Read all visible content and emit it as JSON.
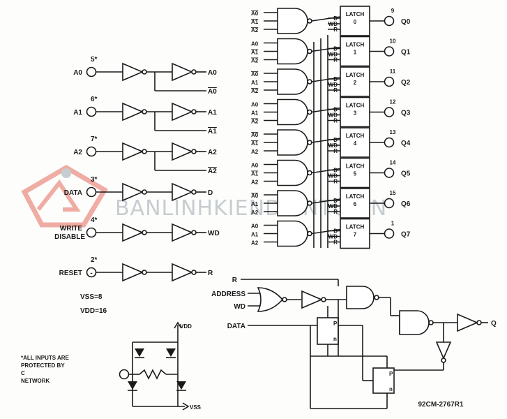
{
  "diagram": {
    "input_pins": [
      {
        "label": "A0",
        "pin": "5*"
      },
      {
        "label": "A1",
        "pin": "6*"
      },
      {
        "label": "A2",
        "pin": "7*"
      },
      {
        "label": "DATA",
        "pin": "3*"
      },
      {
        "label": "WRITE",
        "label2": "DISABLE",
        "pin": "4*"
      },
      {
        "label": "RESET",
        "pin": "2*"
      }
    ],
    "buffer_outputs": [
      "A0",
      "A0",
      "A1",
      "A1",
      "A2",
      "A2",
      "D",
      "WD",
      "R"
    ],
    "gates": [
      {
        "inputs": [
          "A0",
          "A1",
          "A2"
        ]
      },
      {
        "inputs": [
          "A0",
          "A1",
          "A2"
        ]
      },
      {
        "inputs": [
          "A0",
          "A1",
          "A2"
        ]
      },
      {
        "inputs": [
          "A0",
          "A1",
          "A2"
        ]
      },
      {
        "inputs": [
          "A0",
          "A1",
          "A2"
        ]
      },
      {
        "inputs": [
          "A0",
          "A1",
          "A2"
        ]
      },
      {
        "inputs": [
          "A0",
          "A1",
          "A2"
        ]
      },
      {
        "inputs": [
          "A0",
          "A1",
          "A2"
        ]
      }
    ],
    "latches": [
      {
        "name": "LATCH",
        "index": "0",
        "pin": "9",
        "out": "Q0"
      },
      {
        "name": "LATCH",
        "index": "1",
        "pin": "10",
        "out": "Q1"
      },
      {
        "name": "LATCH",
        "index": "2",
        "pin": "11",
        "out": "Q2"
      },
      {
        "name": "LATCH",
        "index": "3",
        "pin": "12",
        "out": "Q3"
      },
      {
        "name": "LATCH",
        "index": "4",
        "pin": "13",
        "out": "Q4"
      },
      {
        "name": "LATCH",
        "index": "5",
        "pin": "14",
        "out": "Q5"
      },
      {
        "name": "LATCH",
        "index": "6",
        "pin": "15",
        "out": "Q6"
      },
      {
        "name": "LATCH",
        "index": "7",
        "pin": "1",
        "out": "Q7"
      }
    ],
    "latch_pins": [
      "D",
      "WD",
      "R"
    ],
    "supply": {
      "vss": "VSS=8",
      "vdd": "VDD=16"
    },
    "note": [
      "*ALL INPUTS ARE",
      "PROTECTED BY",
      "C",
      "NETWORK"
    ],
    "protection": {
      "vdd": "VDD",
      "vss": "VSS"
    },
    "detail": {
      "r": "R",
      "address": "ADDRESS",
      "wd": "WD",
      "data": "DATA",
      "q": "Q",
      "p": "P",
      "n": "n"
    },
    "figure_code": "92CM-2767R1",
    "watermark": "BANLINHKIENDIENTU.VN"
  }
}
